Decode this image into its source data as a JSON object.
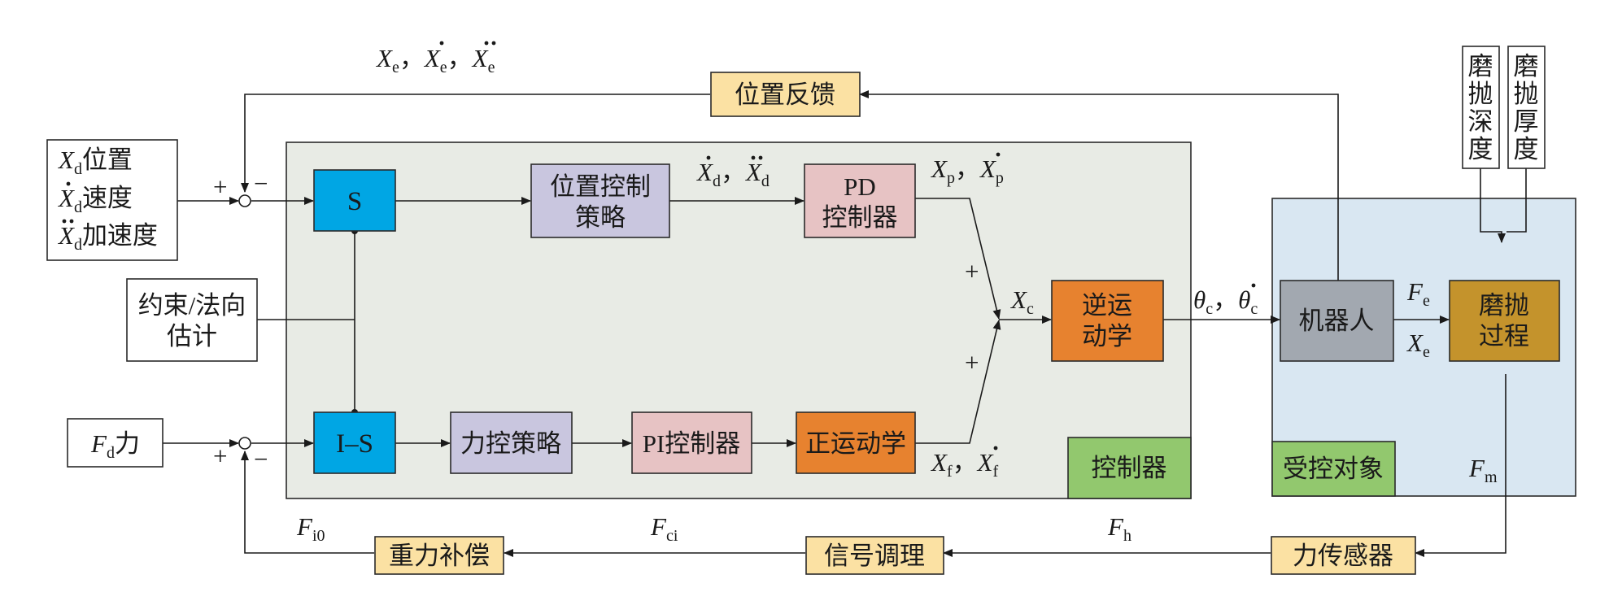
{
  "colors": {
    "controller_bg": "#e8ebe5",
    "plant_bg": "#d9e7f2",
    "blue_block": "#00a6e4",
    "purple_block": "#c9c6df",
    "pink_block": "#e7c3c4",
    "orange_block": "#e7822f",
    "yellow_block": "#fbe1a3",
    "gray_block": "#a2a8b0",
    "gold_block": "#c4932c",
    "green_label": "#92c86e"
  },
  "blocks": {
    "s": "S",
    "is": "I–S",
    "pos_strategy_l1": "位置控制",
    "pos_strategy_l2": "策略",
    "pd_l1": "PD",
    "pd_l2": "控制器",
    "force_strategy": "力控策略",
    "pi": "PI控制器",
    "fk": "正运动学",
    "ik_l1": "逆运",
    "ik_l2": "动学",
    "controller": "控制器",
    "robot": "机器人",
    "grind_l1": "磨抛",
    "grind_l2": "过程",
    "plant": "受控对象",
    "pos_feedback": "位置反馈",
    "gravity_comp": "重力补偿",
    "signal_cond": "信号调理",
    "force_sensor": "力传感器",
    "constraint_l1": "约束/法向",
    "constraint_l2": "估计",
    "depth": [
      "磨",
      "抛",
      "深",
      "度"
    ],
    "thickness": [
      "磨",
      "抛",
      "厚",
      "度"
    ]
  },
  "inputs": {
    "xd_pos": "位置",
    "xd_vel": "速度",
    "xd_acc": "加速度",
    "fd_force": "力"
  },
  "signals": {
    "X": "X",
    "F": "F",
    "theta": "θ",
    "sub_d": "d",
    "sub_e": "e",
    "sub_p": "p",
    "sub_f": "f",
    "sub_c": "c",
    "sub_m": "m",
    "sub_h": "h",
    "sub_ci": "ci",
    "sub_i0": "i0",
    "sep": "，",
    "plus": "+",
    "minus": "−"
  }
}
